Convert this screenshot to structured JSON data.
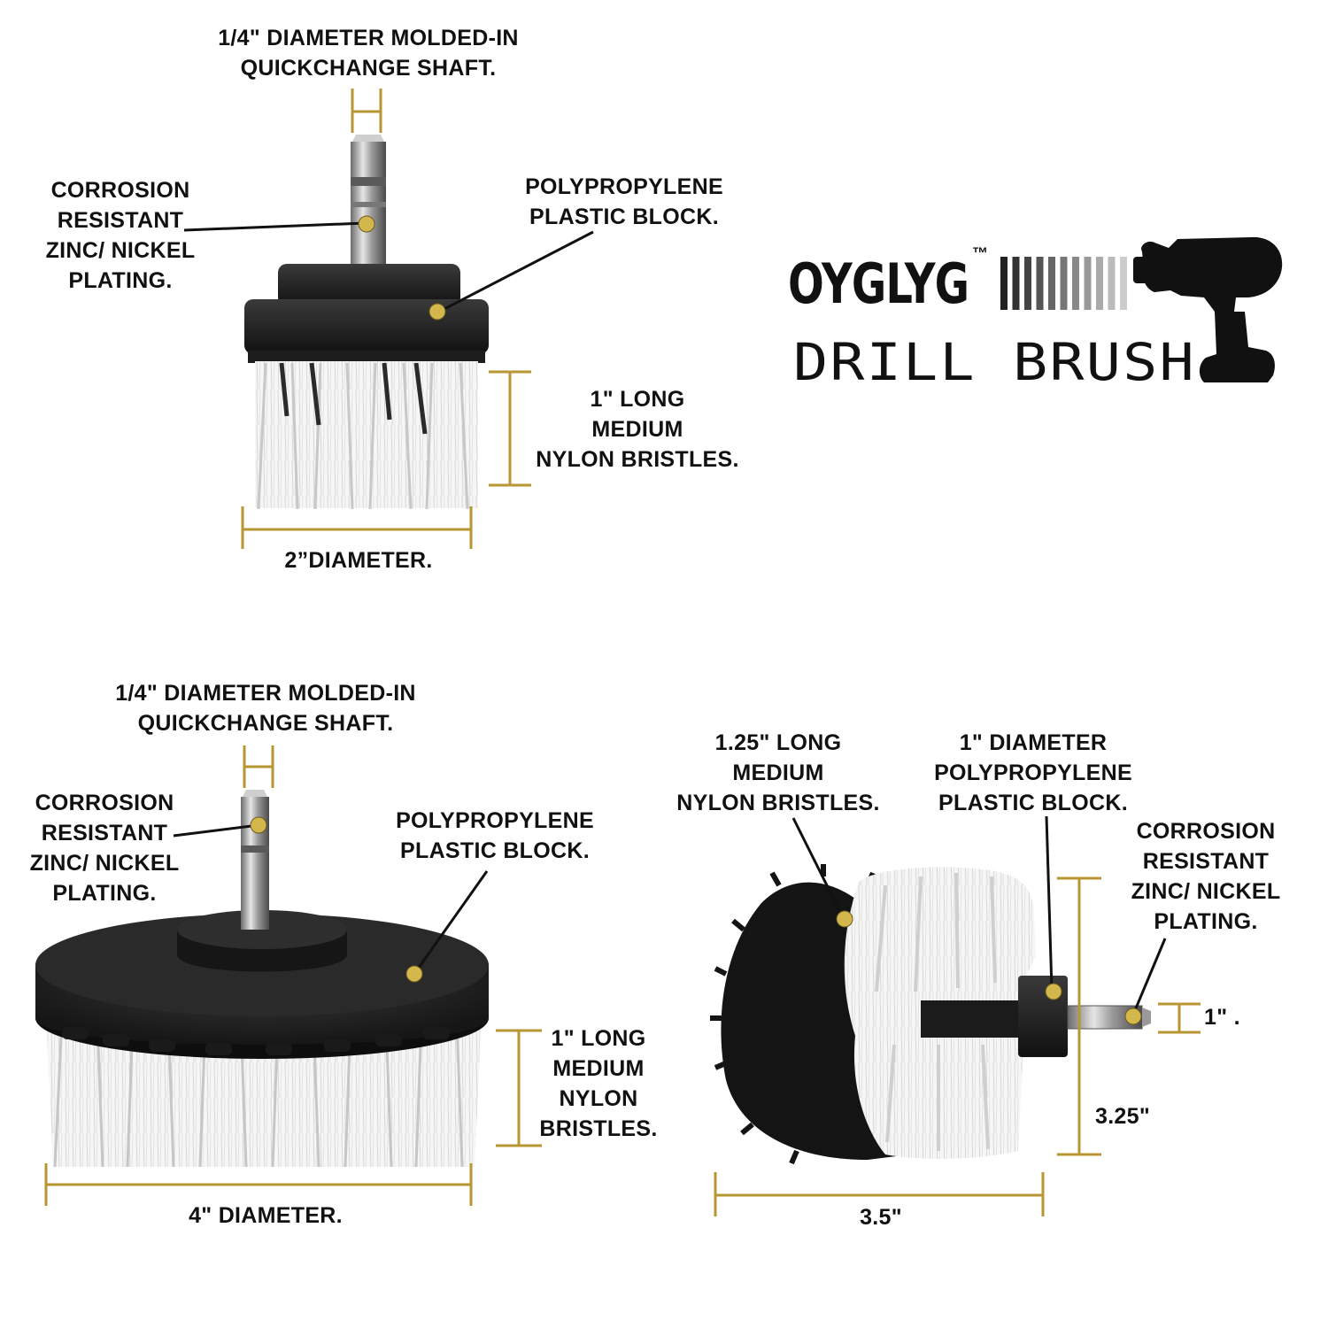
{
  "brand": {
    "name": "OYGLYG",
    "trademark": "™",
    "product": "DRILL BRUSH",
    "stripe_colors": [
      "#222222",
      "#333333",
      "#444444",
      "#555555",
      "#666666",
      "#777777",
      "#888888",
      "#999999",
      "#aaaaaa",
      "#bbbbbb",
      "#cccccc"
    ]
  },
  "colors": {
    "dimension_line": "#b89632",
    "callout_dot": "#d4b74c",
    "leader_line": "#111111",
    "brush_block": "#1a1a1a",
    "bristle_white": "#f4f4f4",
    "bristle_black": "#141414"
  },
  "brush_2in": {
    "shaft": [
      "1/4\" DIAMETER MOLDED-IN",
      "QUICKCHANGE SHAFT."
    ],
    "plating": [
      "CORROSION",
      "RESISTANT",
      "ZINC/ NICKEL",
      "PLATING."
    ],
    "block": [
      "POLYPROPYLENE",
      "PLASTIC BLOCK."
    ],
    "bristles": [
      "1\" LONG",
      "MEDIUM",
      "NYLON BRISTLES."
    ],
    "diameter": "2”DIAMETER."
  },
  "brush_4in": {
    "shaft": [
      "1/4\" DIAMETER MOLDED-IN",
      "QUICKCHANGE SHAFT."
    ],
    "plating": [
      "CORROSION",
      "RESISTANT",
      "ZINC/ NICKEL",
      "PLATING."
    ],
    "block": [
      "POLYPROPYLENE",
      "PLASTIC BLOCK."
    ],
    "bristles": [
      "1\" LONG",
      "MEDIUM",
      "NYLON",
      "BRISTLES."
    ],
    "diameter": "4\" DIAMETER."
  },
  "brush_cone": {
    "bristles": [
      "1.25\" LONG",
      "MEDIUM",
      "NYLON BRISTLES."
    ],
    "block": [
      "1\" DIAMETER",
      "POLYPROPYLENE",
      "PLASTIC BLOCK."
    ],
    "plating": [
      "CORROSION",
      "RESISTANT",
      "ZINC/ NICKEL",
      "PLATING."
    ],
    "block_size": "1\" .",
    "height": "3.25\"",
    "width": "3.5\""
  }
}
